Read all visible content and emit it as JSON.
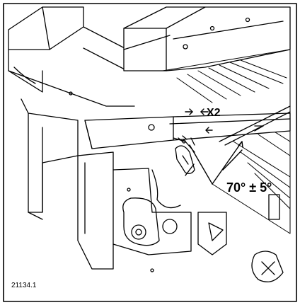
{
  "annotations": {
    "multiplier": "X2",
    "angle": "70° ± 5°",
    "figure_ref": "21134.1"
  },
  "colors": {
    "line": "#000000",
    "paper": "#ffffff"
  }
}
